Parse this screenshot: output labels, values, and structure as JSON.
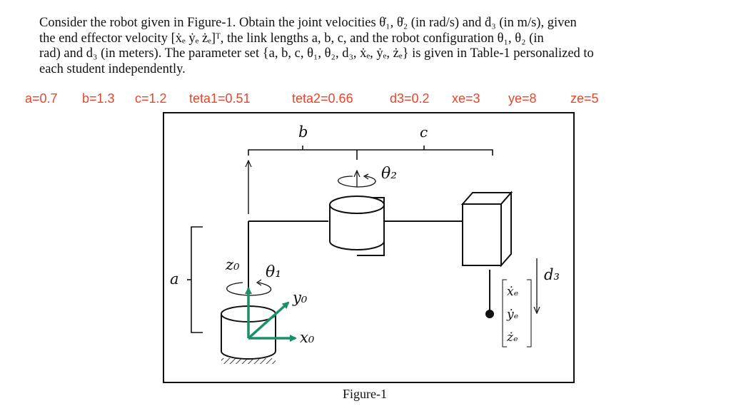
{
  "problem_text": [
    "Consider the robot given in Figure-1. Obtain the joint velocities θ̇₁, θ̇₂ (in rad/s) and ḋ₃ (in m/s), given",
    "the end effector velocity [ẋₑ  ẏₑ  żₑ]ᵀ, the link lengths a, b, c, and the robot configuration θ₁, θ₂ (in",
    "rad) and d₃ (in meters). The parameter set {a, b, c, θ₁, θ₂, d₃, ẋₑ, ẏₑ, żₑ} is given in Table-1 personalized to",
    "each student independently."
  ],
  "parameters": [
    "a=0.7",
    "b=1.3",
    "c=1.2",
    "teta1=0.51",
    "teta2=0.66",
    "d3=0.2",
    "xe=3",
    "ye=8",
    "ze=5"
  ],
  "figure": {
    "label_b": "b",
    "label_c": "c",
    "label_theta2": "θ₂",
    "label_a": "a",
    "label_z0": "z₀",
    "label_theta1": "θ₁",
    "label_y0": "y₀",
    "label_x0": "x₀",
    "label_d3": "d₃",
    "velocity_x": "ẋₑ",
    "velocity_y": "ẏₑ",
    "velocity_z": "żₑ",
    "caption": "Figure-1"
  },
  "colors": {
    "parameter_text": "#e8452c",
    "frame_axes": "#1a8f6a",
    "ink": "#111111"
  }
}
